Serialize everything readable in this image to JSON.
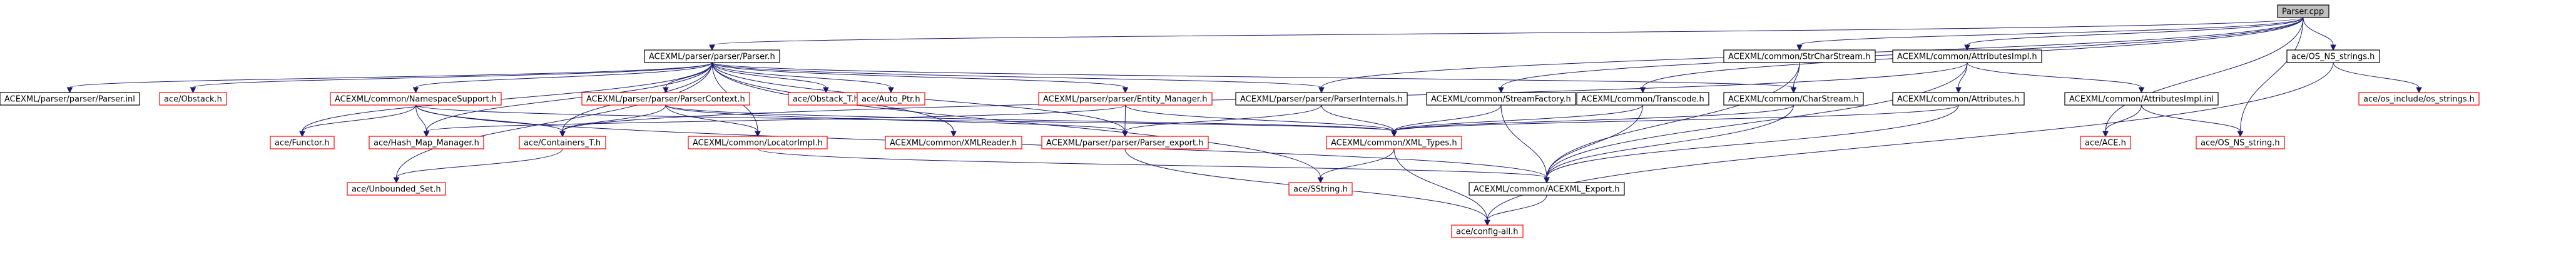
{
  "diagram": {
    "colors": {
      "edge": "#191970",
      "root_fill": "#bfbfbf",
      "node_border": "#000000",
      "external_border": "#ff0000",
      "background": "#ffffff"
    },
    "nodes": [
      {
        "id": "parser_cpp",
        "label": "Parser.cpp",
        "style": "root"
      },
      {
        "id": "parser_h",
        "label": "ACEXML/parser/parser/Parser.h",
        "style": "black"
      },
      {
        "id": "strcharstream_h",
        "label": "ACEXML/common/StrCharStream.h",
        "style": "black"
      },
      {
        "id": "attributesimpl_h",
        "label": "ACEXML/common/AttributesImpl.h",
        "style": "black"
      },
      {
        "id": "os_ns_strings_h",
        "label": "ace/OS_NS_strings.h",
        "style": "black"
      },
      {
        "id": "parser_inl",
        "label": "ACEXML/parser/parser/Parser.inl",
        "style": "black"
      },
      {
        "id": "obstack_h",
        "label": "ace/Obstack.h",
        "style": "red"
      },
      {
        "id": "namespacesupport_h",
        "label": "ACEXML/common/NamespaceSupport.h",
        "style": "red"
      },
      {
        "id": "parsercontext_h",
        "label": "ACEXML/parser/parser/ParserContext.h",
        "style": "red"
      },
      {
        "id": "obstack_t_h",
        "label": "ace/Obstack_T.h",
        "style": "red"
      },
      {
        "id": "auto_ptr_h",
        "label": "ace/Auto_Ptr.h",
        "style": "red"
      },
      {
        "id": "entity_manager_h",
        "label": "ACEXML/parser/parser/Entity_Manager.h",
        "style": "red"
      },
      {
        "id": "parserinternals_h",
        "label": "ACEXML/parser/parser/ParserInternals.h",
        "style": "black"
      },
      {
        "id": "streamfactory_h",
        "label": "ACEXML/common/StreamFactory.h",
        "style": "black"
      },
      {
        "id": "transcode_h",
        "label": "ACEXML/common/Transcode.h",
        "style": "black"
      },
      {
        "id": "charstream_h",
        "label": "ACEXML/common/CharStream.h",
        "style": "black"
      },
      {
        "id": "attributes_h",
        "label": "ACEXML/common/Attributes.h",
        "style": "black"
      },
      {
        "id": "attributesimpl_inl",
        "label": "ACEXML/common/AttributesImpl.inl",
        "style": "black"
      },
      {
        "id": "os_include_strings_h",
        "label": "ace/os_include/os_strings.h",
        "style": "red"
      },
      {
        "id": "functor_h",
        "label": "ace/Functor.h",
        "style": "red"
      },
      {
        "id": "hash_map_manager_h",
        "label": "ace/Hash_Map_Manager.h",
        "style": "red"
      },
      {
        "id": "containers_t_h",
        "label": "ace/Containers_T.h",
        "style": "red"
      },
      {
        "id": "locatorimpl_h",
        "label": "ACEXML/common/LocatorImpl.h",
        "style": "red"
      },
      {
        "id": "xmlreader_h",
        "label": "ACEXML/common/XMLReader.h",
        "style": "red"
      },
      {
        "id": "parser_export_h",
        "label": "ACEXML/parser/parser/Parser_export.h",
        "style": "red"
      },
      {
        "id": "xml_types_h",
        "label": "ACEXML/common/XML_Types.h",
        "style": "red"
      },
      {
        "id": "ace_h",
        "label": "ace/ACE.h",
        "style": "red"
      },
      {
        "id": "os_ns_string_h",
        "label": "ace/OS_NS_string.h",
        "style": "red"
      },
      {
        "id": "unbounded_set_h",
        "label": "ace/Unbounded_Set.h",
        "style": "red"
      },
      {
        "id": "sstring_h",
        "label": "ace/SString.h",
        "style": "red"
      },
      {
        "id": "acexml_export_h",
        "label": "ACEXML/common/ACEXML_Export.h",
        "style": "black"
      },
      {
        "id": "config_all_h",
        "label": "ace/config-all.h",
        "style": "red"
      }
    ],
    "edges": [
      [
        "parser_cpp",
        "parser_h"
      ],
      [
        "parser_cpp",
        "strcharstream_h"
      ],
      [
        "parser_cpp",
        "attributesimpl_h"
      ],
      [
        "parser_cpp",
        "os_ns_strings_h"
      ],
      [
        "parser_cpp",
        "streamfactory_h"
      ],
      [
        "parser_cpp",
        "transcode_h"
      ],
      [
        "parser_cpp",
        "parserinternals_h"
      ],
      [
        "parser_cpp",
        "ace_h"
      ],
      [
        "parser_cpp",
        "os_ns_string_h"
      ],
      [
        "parser_h",
        "parser_inl"
      ],
      [
        "parser_h",
        "obstack_h"
      ],
      [
        "parser_h",
        "namespacesupport_h"
      ],
      [
        "parser_h",
        "parsercontext_h"
      ],
      [
        "parser_h",
        "obstack_t_h"
      ],
      [
        "parser_h",
        "auto_ptr_h"
      ],
      [
        "parser_h",
        "entity_manager_h"
      ],
      [
        "parser_h",
        "parserinternals_h"
      ],
      [
        "parser_h",
        "charstream_h"
      ],
      [
        "parser_h",
        "functor_h"
      ],
      [
        "parser_h",
        "hash_map_manager_h"
      ],
      [
        "parser_h",
        "containers_t_h"
      ],
      [
        "parser_h",
        "locatorimpl_h"
      ],
      [
        "parser_h",
        "xmlreader_h"
      ],
      [
        "parser_h",
        "parser_export_h"
      ],
      [
        "parser_h",
        "unbounded_set_h"
      ],
      [
        "parser_h",
        "sstring_h"
      ],
      [
        "strcharstream_h",
        "charstream_h"
      ],
      [
        "strcharstream_h",
        "acexml_export_h"
      ],
      [
        "attributesimpl_h",
        "attributes_h"
      ],
      [
        "attributesimpl_h",
        "attributesimpl_inl"
      ],
      [
        "attributesimpl_h",
        "containers_t_h"
      ],
      [
        "attributesimpl_h",
        "acexml_export_h"
      ],
      [
        "os_ns_strings_h",
        "os_include_strings_h"
      ],
      [
        "os_ns_strings_h",
        "config_all_h"
      ],
      [
        "namespacesupport_h",
        "functor_h"
      ],
      [
        "namespacesupport_h",
        "hash_map_manager_h"
      ],
      [
        "namespacesupport_h",
        "containers_t_h"
      ],
      [
        "namespacesupport_h",
        "xml_types_h"
      ],
      [
        "namespacesupport_h",
        "acexml_export_h"
      ],
      [
        "parsercontext_h",
        "containers_t_h"
      ],
      [
        "parsercontext_h",
        "locatorimpl_h"
      ],
      [
        "parsercontext_h",
        "parser_export_h"
      ],
      [
        "parsercontext_h",
        "xml_types_h"
      ],
      [
        "entity_manager_h",
        "parser_export_h"
      ],
      [
        "entity_manager_h",
        "xml_types_h"
      ],
      [
        "entity_manager_h",
        "hash_map_manager_h"
      ],
      [
        "parserinternals_h",
        "parser_export_h"
      ],
      [
        "parserinternals_h",
        "xml_types_h"
      ],
      [
        "streamfactory_h",
        "xml_types_h"
      ],
      [
        "streamfactory_h",
        "acexml_export_h"
      ],
      [
        "transcode_h",
        "xml_types_h"
      ],
      [
        "transcode_h",
        "acexml_export_h"
      ],
      [
        "charstream_h",
        "xml_types_h"
      ],
      [
        "charstream_h",
        "acexml_export_h"
      ],
      [
        "attributes_h",
        "xml_types_h"
      ],
      [
        "attributes_h",
        "acexml_export_h"
      ],
      [
        "attributesimpl_inl",
        "ace_h"
      ],
      [
        "attributesimpl_inl",
        "os_ns_string_h"
      ],
      [
        "locatorimpl_h",
        "acexml_export_h"
      ],
      [
        "parser_export_h",
        "config_all_h"
      ],
      [
        "containers_t_h",
        "unbounded_set_h"
      ],
      [
        "xml_types_h",
        "sstring_h"
      ],
      [
        "xml_types_h",
        "config_all_h"
      ],
      [
        "acexml_export_h",
        "config_all_h"
      ]
    ]
  }
}
